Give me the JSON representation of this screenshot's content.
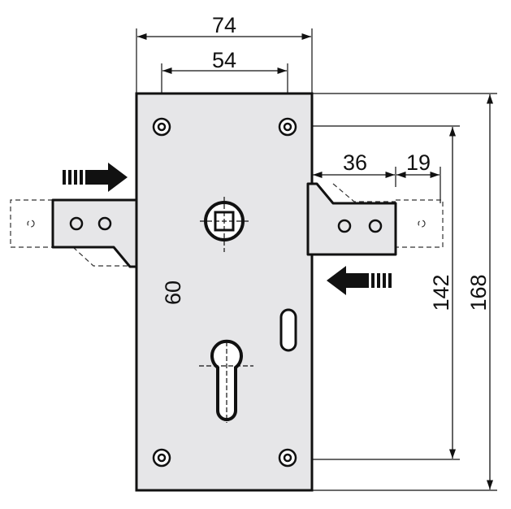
{
  "diagram": {
    "colors": {
      "plate": "#e6e6e8",
      "line": "#111111",
      "background": "#ffffff"
    },
    "dimensions": {
      "overall_width": "74",
      "mounting_hole_spacing_horizontal": "54",
      "bolt_length": "36",
      "bolt_extension": "19",
      "spindle_to_cylinder": "60",
      "mounting_hole_spacing_vertical": "142",
      "overall_height": "168"
    }
  }
}
